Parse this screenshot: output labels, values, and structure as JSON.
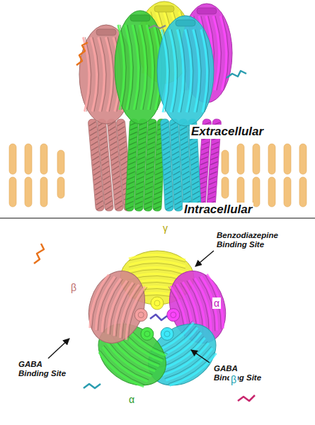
{
  "diagram": {
    "labels": [
      "Extracellular",
      "Intracellular",
      "γ",
      "Benzodiazepine Binding Site",
      "β",
      "α",
      "GABA Binding Site",
      "GABA Binding Site",
      "β",
      "α"
    ]
  }
}
